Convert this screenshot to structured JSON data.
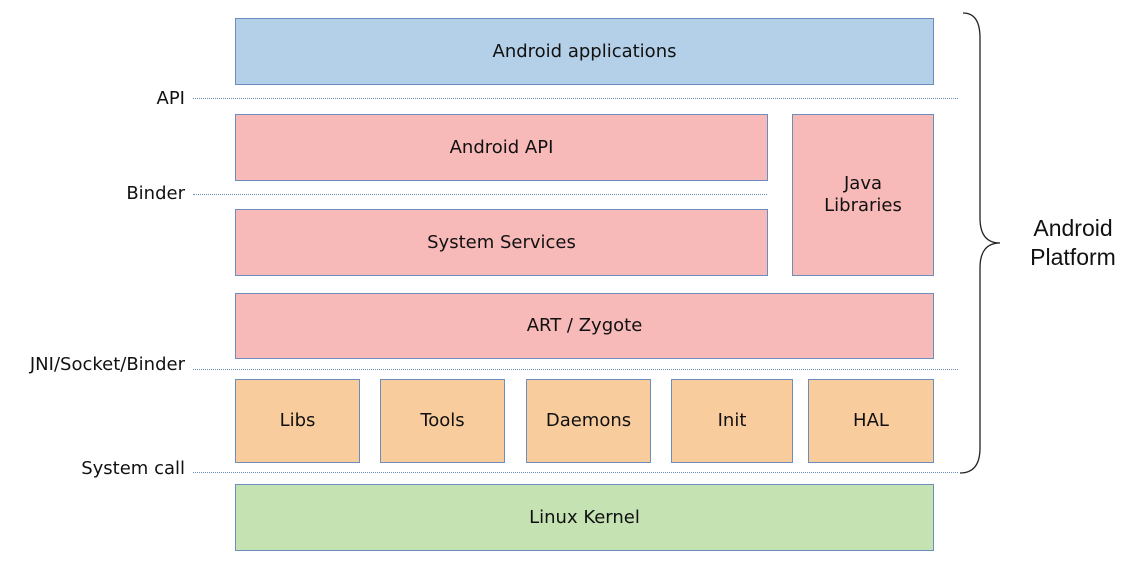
{
  "layers": {
    "apps": "Android applications",
    "android_api": "Android API",
    "java_libraries": "Java Libraries",
    "system_services": "System Services",
    "art_zygote": "ART / Zygote",
    "libs": "Libs",
    "tools": "Tools",
    "daemons": "Daemons",
    "init": "Init",
    "hal": "HAL",
    "kernel": "Linux Kernel"
  },
  "boundaries": {
    "api": "API",
    "binder": "Binder",
    "jni": "JNI/Socket/Binder",
    "syscall": "System call"
  },
  "platform_label": "Android Platform",
  "colors": {
    "apps": "#b4d0e8",
    "framework": "#f8b9b9",
    "native": "#f9cc9e",
    "kernel": "#c5e2b3",
    "border": "#6c8ebf"
  }
}
